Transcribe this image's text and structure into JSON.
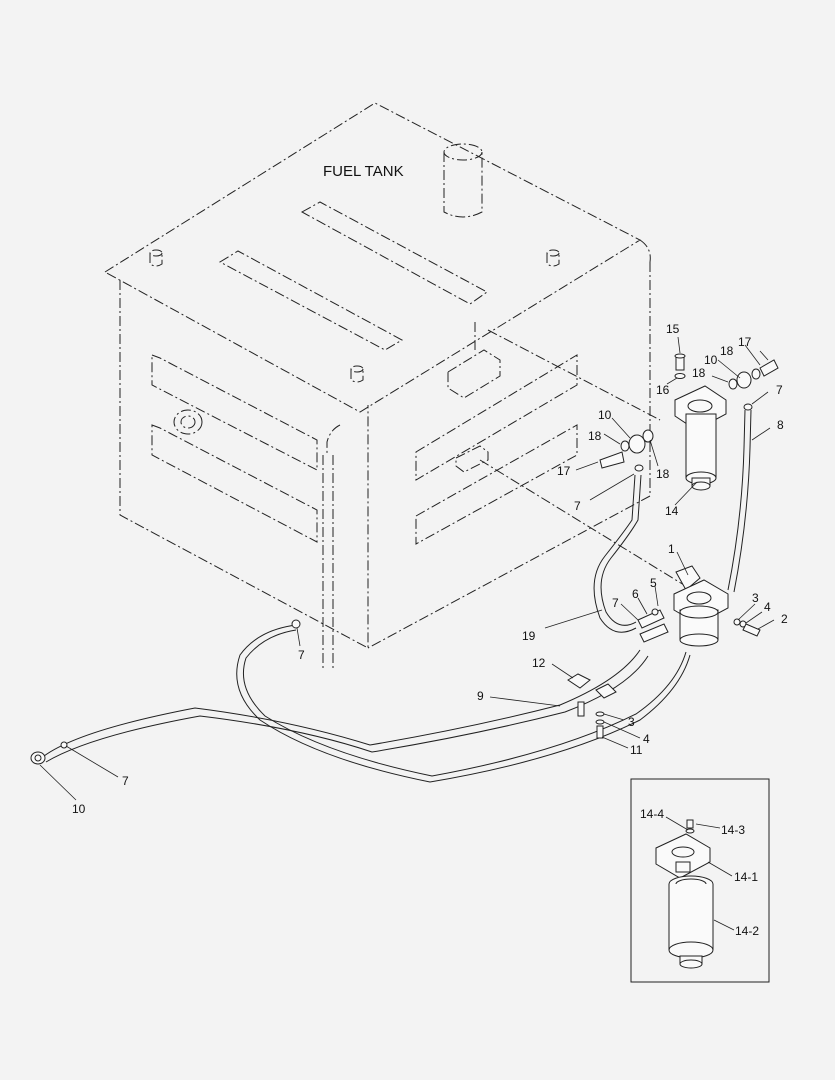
{
  "diagram": {
    "title": "FUEL TANK",
    "callouts": {
      "c1": "1",
      "c2": "2",
      "c3a": "3",
      "c4a": "4",
      "c5": "5",
      "c6": "6",
      "c7a": "7",
      "c7b": "7",
      "c7c": "7",
      "c7d": "7",
      "c7e": "7",
      "c8": "8",
      "c9": "9",
      "c10a": "10",
      "c10b": "10",
      "c10c": "10",
      "c11": "11",
      "c12": "12",
      "c3b": "3",
      "c4b": "4",
      "c14": "14",
      "c15": "15",
      "c16": "16",
      "c17a": "17",
      "c17b": "17",
      "c18a": "18",
      "c18b": "18",
      "c18c": "18",
      "c18d": "18",
      "c19": "19"
    },
    "inset": {
      "c14_4": "14-4",
      "c14_3": "14-3",
      "c14_1": "14-1",
      "c14_2": "14-2"
    }
  }
}
